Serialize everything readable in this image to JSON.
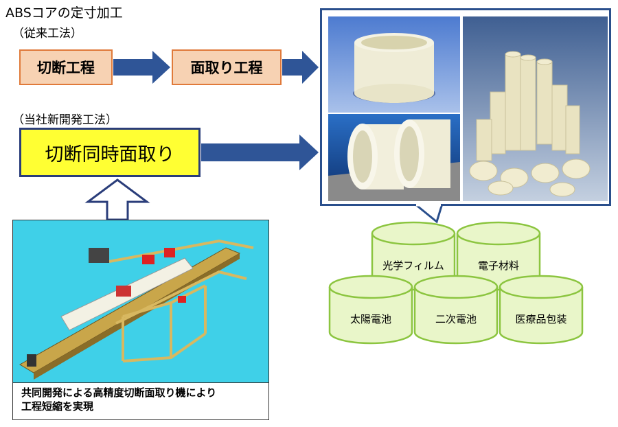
{
  "title": "ABSコアの定寸加工",
  "conventional": {
    "label": "（従来工法）",
    "step1": "切断工程",
    "step2": "面取り工程"
  },
  "new_method": {
    "label": "（当社新開発工法）",
    "box": "切断同時面取り"
  },
  "machine_caption": "共同開発による高精度切断面取り機により\n工程短縮を実現",
  "applications": [
    "光学フィルム",
    "電子材料",
    "太陽電池",
    "二次電池",
    "医療品包装"
  ],
  "colors": {
    "arrow": "#2f5597",
    "step_fill": "#f7d2b3",
    "step_border": "#e07a3a",
    "new_fill": "#ffff33",
    "cylinder_fill": "#e9f6c9",
    "cylinder_stroke": "#8cc540",
    "machine_bg": "#3fd0e8"
  }
}
